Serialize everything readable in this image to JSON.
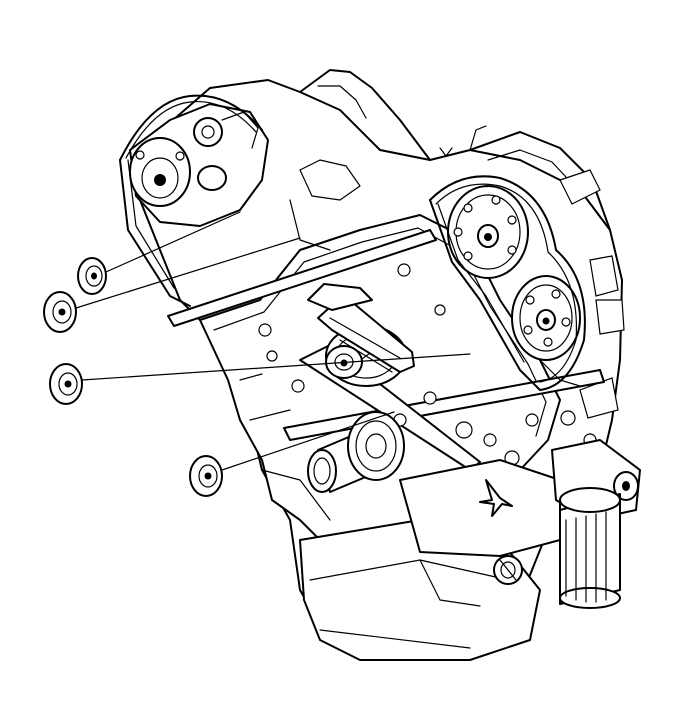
{
  "diagram": {
    "style": "black-and-white line art",
    "subject": "engine-front-cover-assembly",
    "colors": {
      "ink": "#000000",
      "paper": "#ffffff"
    },
    "components": [
      {
        "name": "left-upper-camshaft-sprocket"
      },
      {
        "name": "right-camshaft-sprocket-upper"
      },
      {
        "name": "right-camshaft-sprocket-lower"
      },
      {
        "name": "crankshaft-sprocket"
      },
      {
        "name": "timing-chain-left"
      },
      {
        "name": "timing-chain-right"
      },
      {
        "name": "chain-tensioner"
      },
      {
        "name": "crankshaft-nose"
      },
      {
        "name": "oil-pan"
      },
      {
        "name": "oil-filter"
      },
      {
        "name": "oil-drain-plug"
      },
      {
        "name": "oil-filter-adapter"
      }
    ],
    "callout_bolts": 4
  }
}
